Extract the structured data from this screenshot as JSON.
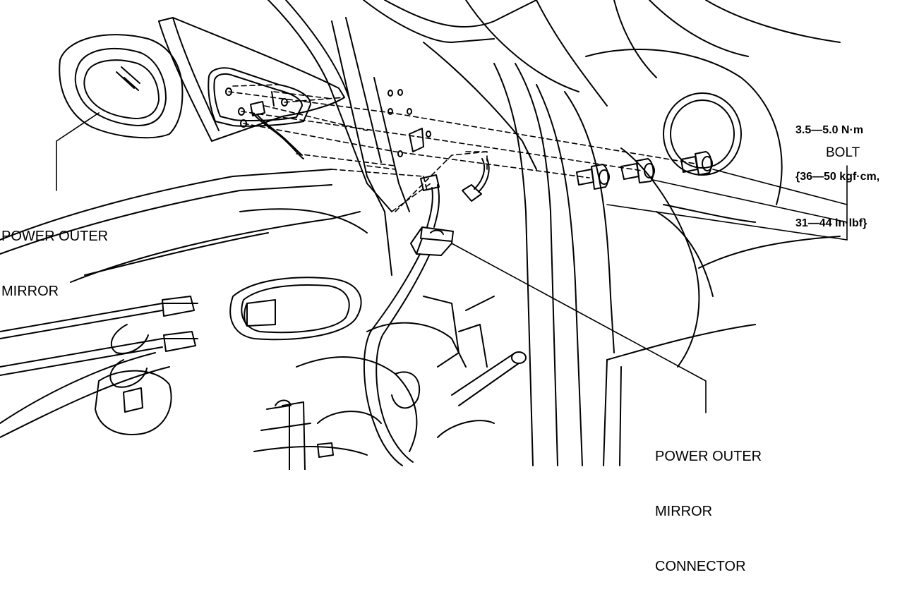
{
  "labels": {
    "mirror": [
      "POWER OUTER",
      "MIRROR"
    ],
    "connector": [
      "POWER OUTER",
      "MIRROR",
      "CONNECTOR"
    ],
    "torque": [
      "3.5—5.0 N·m",
      "{36—50 kgf·cm,",
      "31—44 in·lbf}"
    ],
    "bolt": "BOLT"
  }
}
